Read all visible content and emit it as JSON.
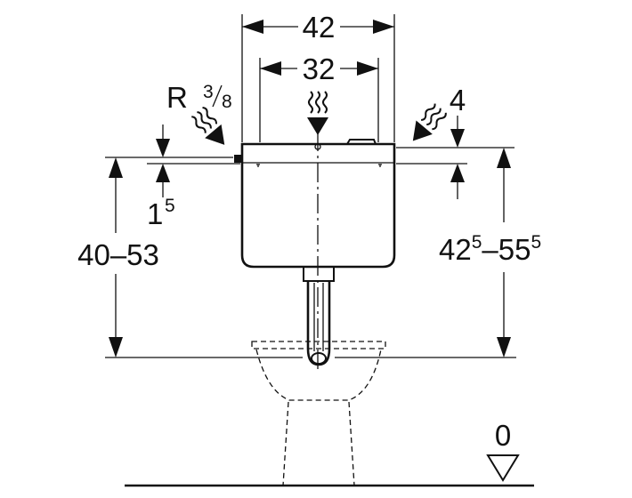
{
  "dimensions": {
    "cistern_width": "42",
    "inlet_spacing": "32",
    "inlet_thread_prefix": "R",
    "inlet_thread_num": "3",
    "inlet_thread_den": "8",
    "top_offset_right": "4",
    "side_offset_base": "1",
    "side_offset_sup": "5",
    "height_left": "40–53",
    "height_right_a": "42",
    "height_right_a_sup": "5",
    "height_right_dash": "–",
    "height_right_b": "55",
    "height_right_b_sup": "5",
    "floor_level": "0"
  },
  "icons": {
    "water_inlet": "wavy-arrow-icon",
    "floor_marker": "down-triangle-icon"
  },
  "colors": {
    "ink": "#111111",
    "background": "#ffffff"
  }
}
